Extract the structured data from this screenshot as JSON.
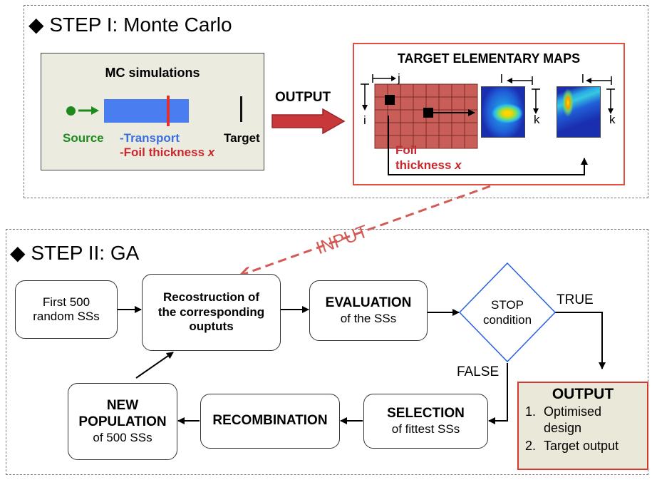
{
  "step1": {
    "title_symbol": "◆",
    "title": "STEP I: Monte Carlo",
    "mc_title": "MC simulations",
    "source_label": "Source",
    "transport_label": "-Transport",
    "foil_label_prefix": "-Foil thickness ",
    "foil_label_var": "x",
    "target_label": "Target",
    "output_arrow_label": "OUTPUT",
    "maps_title": "TARGET ELEMENTARY MAPS",
    "axis_j": "j",
    "axis_i": "i",
    "axis_l_1": "l",
    "axis_k_1": "k",
    "axis_l_2": "l",
    "axis_k_2": "k",
    "foil_note_line1": "Foil",
    "foil_note_line2_prefix": "thickness ",
    "foil_note_var": "x"
  },
  "input_arrow_label": "INPUT",
  "step2": {
    "title_symbol": "◆",
    "title": "STEP II: GA",
    "first_line1": "First 500",
    "first_line2": "random SSs",
    "recon_line1": "Recostruction of",
    "recon_line2": "the corresponding",
    "recon_line3": "ouptuts",
    "eval_title": "EVALUATION",
    "eval_sub": "of the SSs",
    "stop_line1": "STOP",
    "stop_line2": "condition",
    "true_label": "TRUE",
    "false_label": "FALSE",
    "output_title": "OUTPUT",
    "output_items": [
      "Optimised design",
      "Target output"
    ],
    "selection_title": "SELECTION",
    "selection_sub": "of fittest SSs",
    "recombination": "RECOMBINATION",
    "newpop_line1": "NEW",
    "newpop_line2": "POPULATION",
    "newpop_sub": "of 500 SSs"
  },
  "colors": {
    "source_green": "#1e8a1e",
    "transport_blue": "#3b6fe0",
    "foil_red": "#c8282e",
    "mc_box_bg": "#ecebe0",
    "grid_fill": "#c95e58",
    "output_box_bg": "#eae8d8",
    "diamond_blue": "#2a5fe0"
  }
}
